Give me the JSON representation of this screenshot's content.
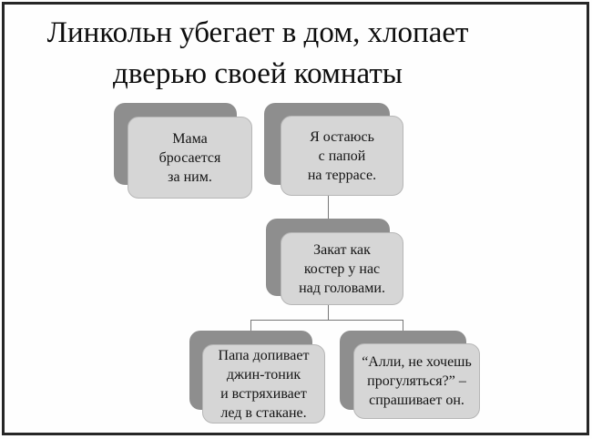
{
  "title": {
    "text": "Линкольн убегает в дом, хлопает\nдверью своей комнаты"
  },
  "cards": {
    "mama": {
      "text": "Мама\nбросается\nза ним."
    },
    "terrace": {
      "text": "Я остаюсь\nс папой\nна террасе."
    },
    "sunset": {
      "text": "Закат как\nкостер у нас\nнад головами."
    },
    "papa": {
      "text": "Папа допивает\nджин-тоник\nи встряхивает\nлед в стакане."
    },
    "alli": {
      "text": "“Алли, не хочешь\nпрогуляться?” –\nспрашивает он."
    }
  },
  "colors": {
    "card_front": "#d6d6d6",
    "card_shadow": "#8e8e8e",
    "frame_border": "#262626",
    "connector": "#777777",
    "text": "#111111",
    "background": "#fefefe"
  }
}
